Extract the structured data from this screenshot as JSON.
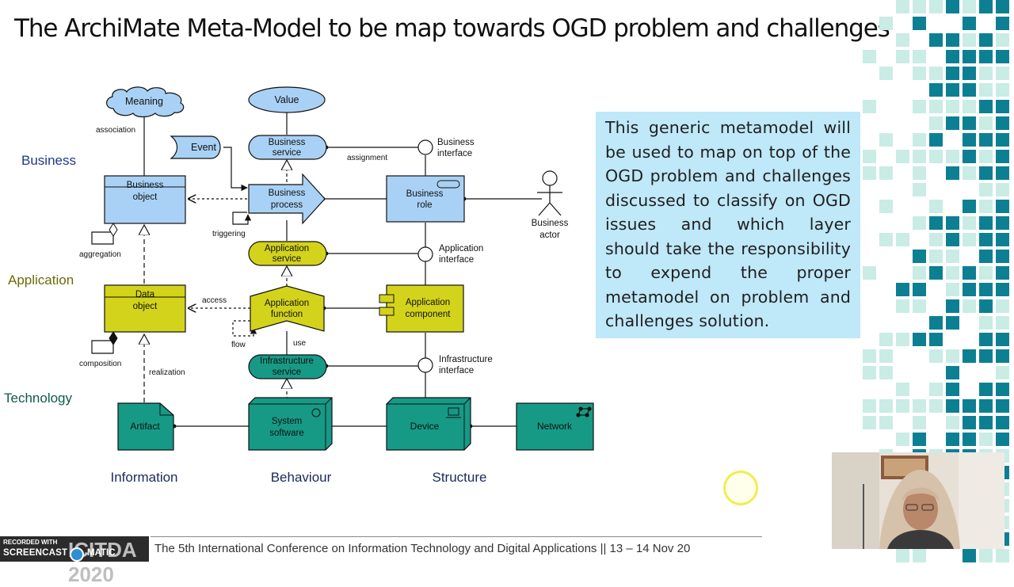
{
  "slide": {
    "title": "The ArchiMate Meta-Model to be map towards OGD problem and challenges",
    "callout_text": "This generic metamodel will be used to map on top of the OGD problem and challenges discussed to classify on OGD issues and which layer should take the responsibility to expend the proper metamodel on problem and challenges solution.",
    "footer": "The 5th International Conference on Information Technology and Digital Applications || 13 – 14 Nov 20"
  },
  "recorder": {
    "line1": "RECORDED WITH",
    "line2_left": "SCREENCAST",
    "line2_right": "MATIC",
    "conference_logo": "ICITDA 2020"
  },
  "diagram": {
    "layers": {
      "business": "Business",
      "application": "Application",
      "technology": "Technology"
    },
    "columns": {
      "information": "Information",
      "behaviour": "Behaviour",
      "structure": "Structure"
    },
    "nodes": {
      "meaning": "Meaning",
      "value": "Value",
      "event": "Event",
      "business_service_1": "Business",
      "business_service_2": "service",
      "business_interface_1": "Business",
      "business_interface_2": "interface",
      "business_object_1": "Business",
      "business_object_2": "object",
      "business_process_1": "Business",
      "business_process_2": "process",
      "business_role_1": "Business",
      "business_role_2": "role",
      "business_actor_1": "Business",
      "business_actor_2": "actor",
      "application_service_1": "Application",
      "application_service_2": "service",
      "application_interface_1": "Application",
      "application_interface_2": "interface",
      "data_object_1": "Data",
      "data_object_2": "object",
      "application_function_1": "Application",
      "application_function_2": "function",
      "application_component_1": "Application",
      "application_component_2": "component",
      "infrastructure_service_1": "Infrastructure",
      "infrastructure_service_2": "service",
      "infrastructure_interface_1": "Infrastructure",
      "infrastructure_interface_2": "interface",
      "artifact": "Artifact",
      "system_software_1": "System",
      "system_software_2": "software",
      "device": "Device",
      "network": "Network"
    },
    "relations": {
      "association": "association",
      "assignment": "assignment",
      "triggering": "triggering",
      "aggregation": "aggregation",
      "access": "access",
      "flow": "flow",
      "use": "use",
      "composition": "composition",
      "realization": "realization"
    }
  },
  "colors": {
    "business": "#a9d1f5",
    "application": "#d3d31c",
    "technology": "#169a86",
    "callout_bg": "#bfe8f8",
    "mosaic_dark": "#0d7f93",
    "mosaic_light": "#c9ece5"
  }
}
